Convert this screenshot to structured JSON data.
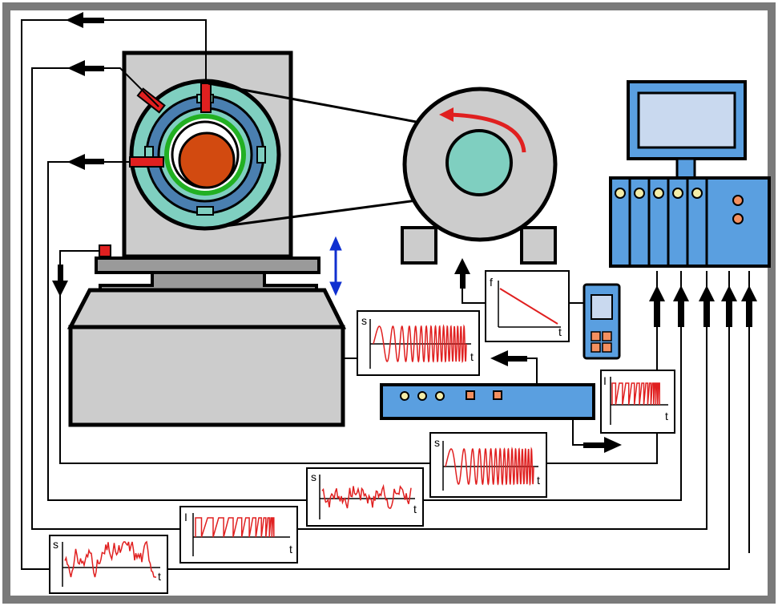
{
  "colors": {
    "frame": "#7a7a7a",
    "wire": "#000000",
    "machine_gray": "#cccccc",
    "machine_dark": "#9a9a9a",
    "teal": "#7fcfc0",
    "steel_blue": "#4a7fb0",
    "orange_red": "#d24a10",
    "rotor_green": "#22b022",
    "alert_red": "#e02020",
    "computer_blue": "#5a9fe0",
    "screen_light": "#c9d9ef",
    "lamp_yellow": "#f4eda8",
    "lamp_orange": "#f39060",
    "arrow_blue": "#1030d0",
    "signal_red": "#e02020"
  },
  "icons": {
    "vertical_motion": "double-arrow-blue",
    "rotation_direction": "curved-arrow-red"
  },
  "panels": {
    "sweep_main": {
      "ylabel": "s",
      "xlabel": "t"
    },
    "freq_ramp": {
      "ylabel": "f",
      "xlabel": "t"
    },
    "pulse_right": {
      "ylabel": "I",
      "xlabel": "t"
    },
    "sweep_lower": {
      "ylabel": "s",
      "xlabel": "t"
    },
    "noise_mid": {
      "ylabel": "s",
      "xlabel": "t"
    },
    "pulse_low": {
      "ylabel": "I",
      "xlabel": "t"
    },
    "noise_bottom": {
      "ylabel": "s",
      "xlabel": "t"
    }
  }
}
